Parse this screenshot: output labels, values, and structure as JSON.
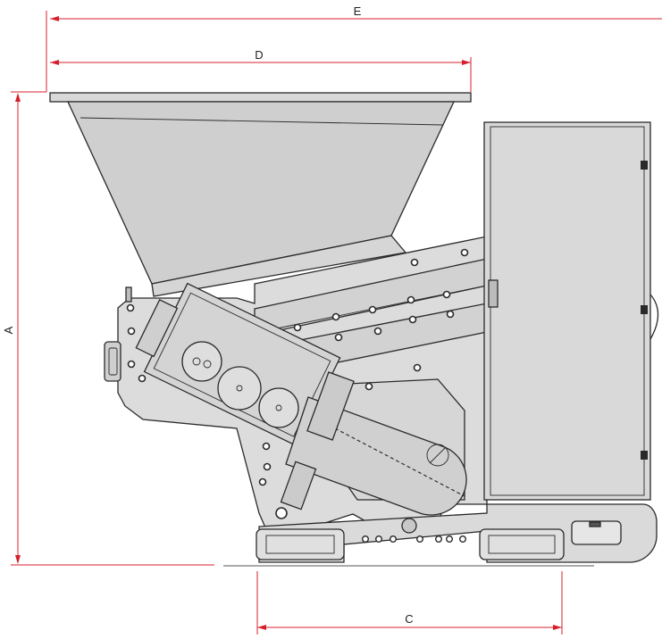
{
  "dimensions": {
    "A": "A",
    "C": "C",
    "D": "D",
    "E": "E"
  },
  "colors": {
    "dimension_line": "#d4202c",
    "body_fill": "#dcdcdc",
    "hopper_fill": "#cfcfcf",
    "outline": "#2a2a2a"
  }
}
